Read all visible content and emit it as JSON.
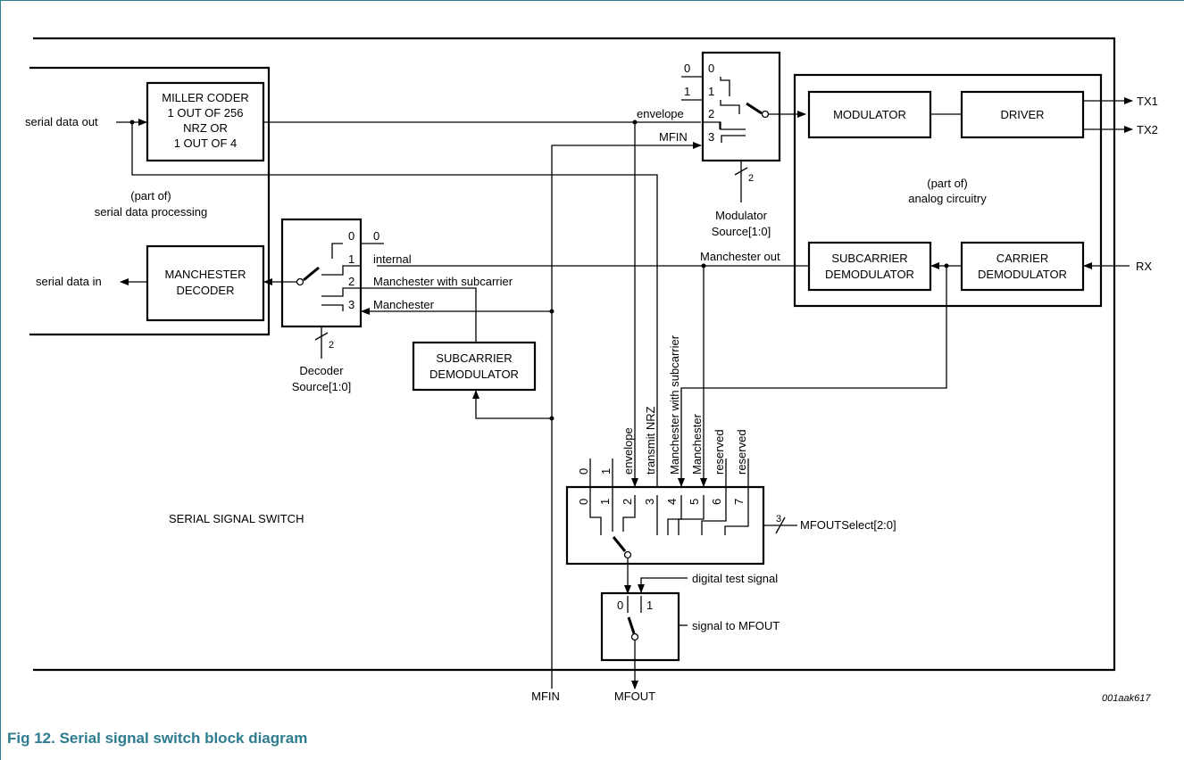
{
  "figure": {
    "caption": "Fig 12.   Serial signal switch block diagram",
    "code": "001aak617"
  },
  "labels": {
    "serial_data_out": "serial data out",
    "serial_data_in": "serial data in",
    "part_of": "(part of)",
    "serial_data_processing": "serial data processing",
    "serial_signal_switch": "SERIAL SIGNAL SWITCH",
    "analog_circuitry": "analog circuitry",
    "tx1": "TX1",
    "tx2": "TX2",
    "rx": "RX",
    "mfin": "MFIN",
    "mfout": "MFOUT",
    "envelope": "envelope",
    "internal": "internal",
    "manchester_with_subcarrier": "Manchester with subcarrier",
    "manchester": "Manchester",
    "manchester_out": "Manchester out",
    "modulator_source": [
      "Modulator",
      "Source[1:0]"
    ],
    "decoder_source": [
      "Decoder",
      "Source[1:0]"
    ],
    "mfoutselect": "MFOUTSelect[2:0]",
    "digital_test_signal": "digital test signal",
    "signal_to_mfout": "signal to MFOUT",
    "bus2": "2",
    "bus3": "3"
  },
  "blocks": {
    "miller_coder": [
      "MILLER CODER",
      "1 OUT OF 256",
      "NRZ OR",
      "1 OUT OF 4"
    ],
    "manchester_decoder": [
      "MANCHESTER",
      "DECODER"
    ],
    "subcarrier_demodulator_a": [
      "SUBCARRIER",
      "DEMODULATOR"
    ],
    "subcarrier_demodulator_b": [
      "SUBCARRIER",
      "DEMODULATOR"
    ],
    "modulator": "MODULATOR",
    "driver": "DRIVER",
    "carrier_demodulator": [
      "CARRIER",
      "DEMODULATOR"
    ]
  },
  "modulator_switch": {
    "left": [
      "0",
      "1",
      "envelope",
      "MFIN"
    ],
    "inputs": [
      "0",
      "1",
      "2",
      "3"
    ]
  },
  "decoder_switch": {
    "inputs": [
      "0",
      "1",
      "2",
      "3"
    ],
    "right": [
      "0",
      "internal",
      "Manchester with subcarrier",
      "Manchester"
    ]
  },
  "mfout_switch": {
    "inputs": [
      "0",
      "1",
      "2",
      "3",
      "4",
      "5",
      "6",
      "7"
    ],
    "top": [
      "0",
      "1",
      "envelope",
      "transmit NRZ",
      "Manchester with subcarrier",
      "Manchester",
      "reserved",
      "reserved"
    ]
  },
  "test_switch": {
    "inputs": [
      "0",
      "1"
    ]
  }
}
